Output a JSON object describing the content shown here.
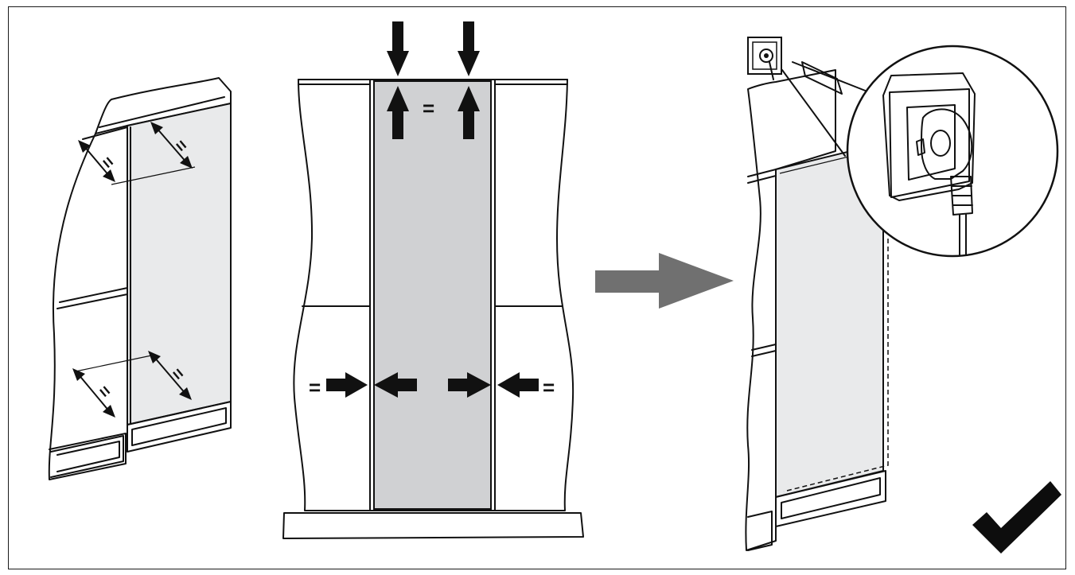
{
  "illustration": {
    "description_steps": [
      "align-door-gaps",
      "center-and-equalize",
      "plug-in-appliance"
    ],
    "equal_sign": "="
  },
  "colors": {
    "door_fill_light": "#e9eaeb",
    "door_fill_center": "#d0d1d3",
    "arrow_gray": "#707070",
    "stroke": "#111111",
    "check": "#0d0d0d"
  },
  "icons": {
    "transition_arrow": "right-arrow-icon",
    "confirmation": "check-mark-icon",
    "socket": "wall-socket-icon",
    "plug": "plug-icon"
  }
}
